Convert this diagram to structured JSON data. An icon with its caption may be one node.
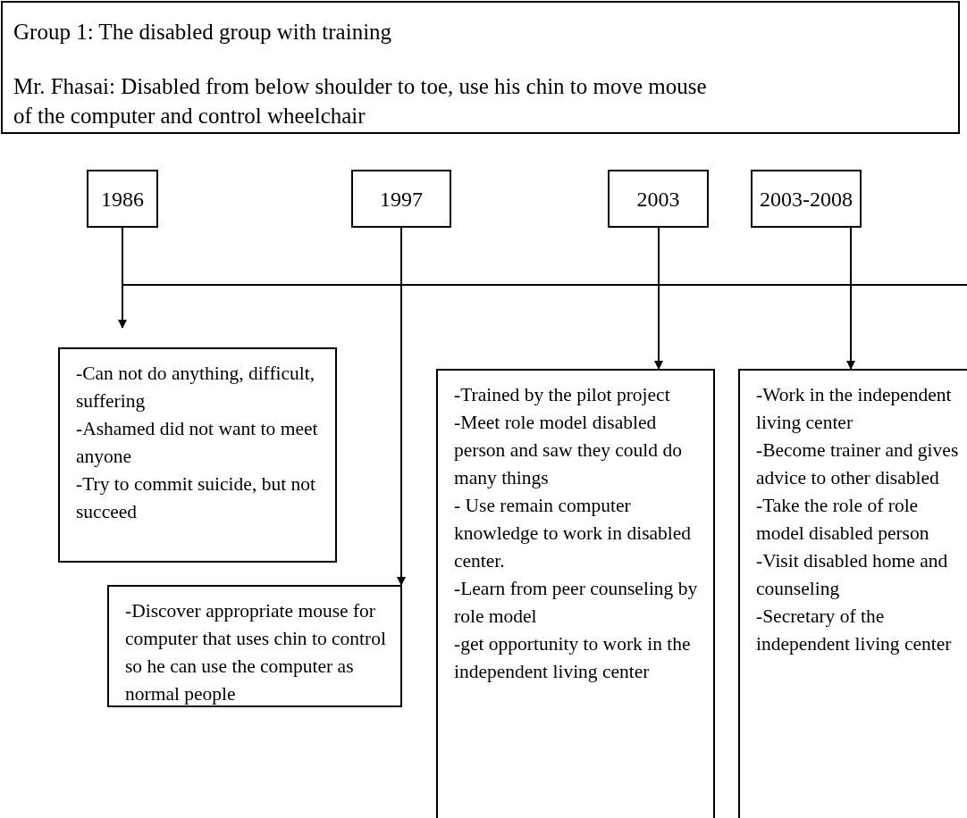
{
  "diagram": {
    "nodes": [
      {
        "text": [
          "Group 1: The disabled group with training",
          "Mr. Fhasai: Disabled from below shoulder to toe, use his chin to move mouse of  the computer and control wheelchair"
        ]
      },
      {
        "text": [
          "1986"
        ]
      },
      {
        "text": [
          "1997"
        ]
      },
      {
        "text": [
          "2003"
        ]
      },
      {
        "text": [
          "2003-2008"
        ]
      },
      {
        "text": [
          "-Can not do anything, difficult, suffering",
          "-Ashamed did not want to meet anyone",
          "-Try to commit suicide, but not succeed"
        ]
      },
      {
        "text": [
          "-Discover appropriate mouse for computer that uses chin to control so he can use the computer as normal people"
        ]
      },
      {
        "text": [
          "-Trained by the pilot project",
          "-Meet role model disabled person and saw they could do many things",
          "- Use remain computer knowledge to work in disabled center.",
          "-Learn from peer counseling by role model",
          "-get opportunity to work in the independent living center"
        ]
      },
      {
        "text": [
          "-Work in the independent living center",
          "-Become trainer and gives advice to other disabled",
          "-Take the role of role model disabled person",
          "-Visit disabled home and counseling",
          "-Secretary of the independent living center"
        ]
      }
    ],
    "edges": [
      {
        "from": 1,
        "to": 5,
        "arrow": "to"
      },
      {
        "from": 2,
        "to": 6,
        "arrow": "to"
      },
      {
        "from": 3,
        "to": 7,
        "arrow": "to"
      },
      {
        "from": 4,
        "to": 8,
        "arrow": "to"
      }
    ]
  }
}
